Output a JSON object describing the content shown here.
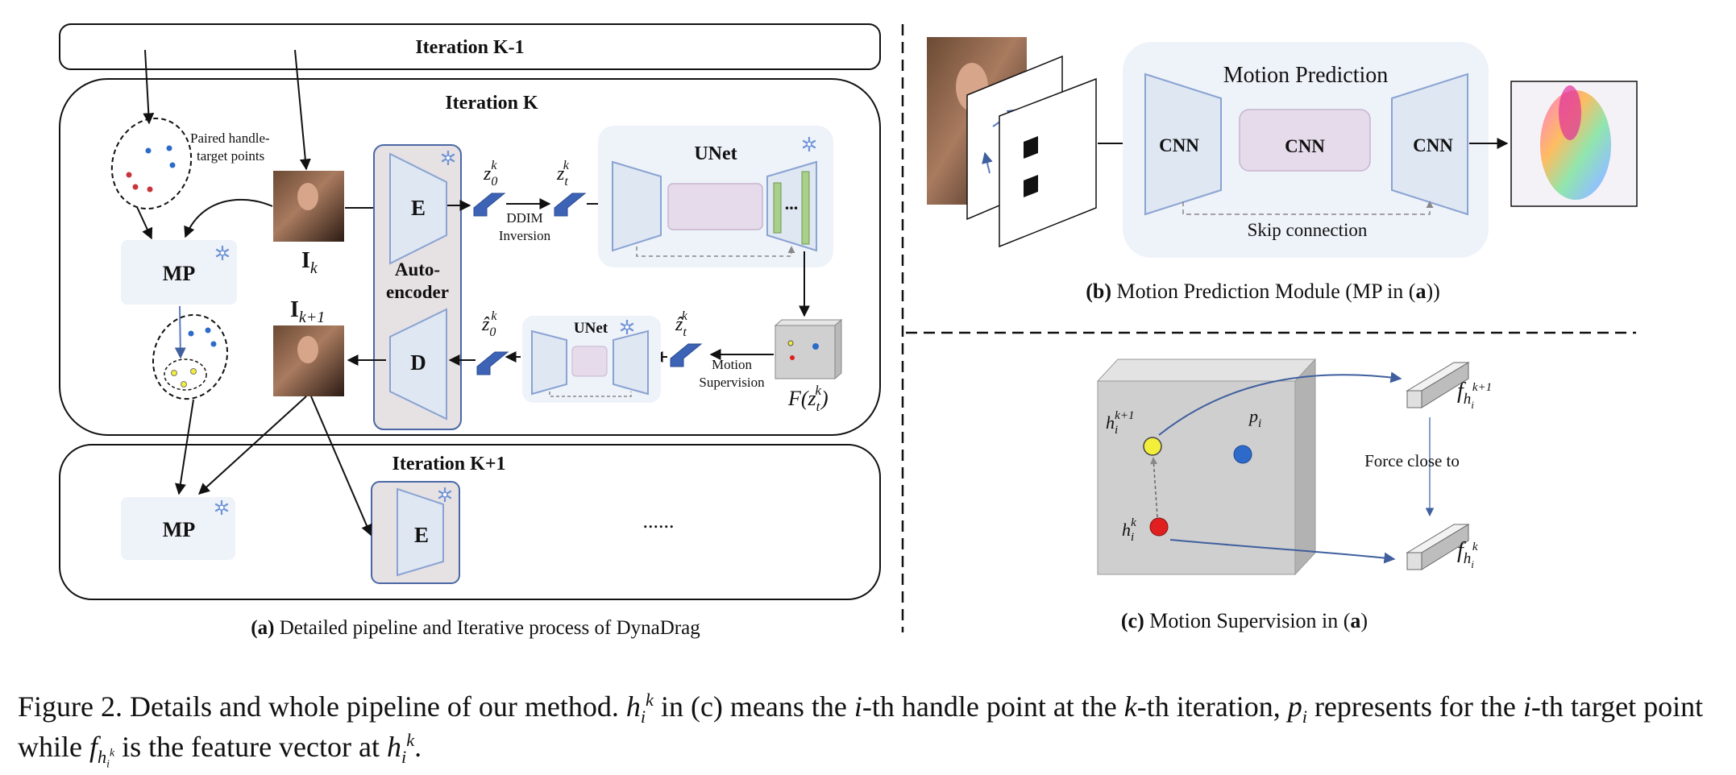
{
  "panel_a": {
    "iter_prev": "Iteration K-1",
    "iter_k": "Iteration K",
    "iter_next": "Iteration K+1",
    "paired_points_line1": "Paired handle-",
    "paired_points_line2": "target points",
    "mp_label": "MP",
    "frame_k_symbol": "I",
    "frame_k_sub": "k",
    "frame_k1_symbol": "I",
    "frame_k1_sub": "k+1",
    "encoder_label": "E",
    "decoder_label": "D",
    "autoencoder_line1": "Auto-",
    "autoencoder_line2": "encoder",
    "z0_base": "z",
    "z0_sub": "0",
    "z0_sup": "k",
    "zt_base": "z",
    "zt_sub": "t",
    "zt_sup": "k",
    "z0hat_base": "ẑ",
    "z0hat_sub": "0",
    "z0hat_sup": "k",
    "zthat_base": "ẑ",
    "zthat_sub": "t",
    "zthat_sup": "k",
    "ddim_line1": "DDIM",
    "ddim_line2": "Inversion",
    "unet_label": "UNet",
    "unet_dots": "...",
    "motion_sup_line1": "Motion",
    "motion_sup_line2": "Supervision",
    "feature_label": "F(z",
    "feature_sub": "t",
    "feature_sup": "k",
    "feature_close": ")",
    "ellipsis": "......",
    "caption_bold": "(a)",
    "caption_text": " Detailed pipeline and Iterative process of DynaDrag"
  },
  "panel_b": {
    "title": "Motion Prediction",
    "cnn_left": "CNN",
    "cnn_mid": "CNN",
    "cnn_right": "CNN",
    "skip": "Skip connection",
    "caption_bold": "(b)",
    "caption_text_1": " Motion Prediction Module (MP in (",
    "caption_bold_2": "a",
    "caption_text_2": "))"
  },
  "panel_c": {
    "h_next_base": "h",
    "h_next_sub": "i",
    "h_next_sup": "k+1",
    "p_base": "p",
    "p_sub": "i",
    "h_base": "h",
    "h_sub": "i",
    "h_sup": "k",
    "force_close": "Force close to",
    "f_next_base": "f",
    "f_next_sub": "h",
    "f_next_subsub": "i",
    "f_next_sup": "k+1",
    "f_base": "f",
    "f_sub": "h",
    "f_subsub": "i",
    "f_sup": "k",
    "caption_bold": "(c)",
    "caption_text_1": " Motion Supervision in (",
    "caption_bold_2": "a",
    "caption_text_2": ")"
  },
  "caption": {
    "part1": "Figure 2. Details and whole pipeline of our method. ",
    "h_base": "h",
    "h_sub": "i",
    "h_sup": "k",
    "part2": " in (c) means the ",
    "i1": "i",
    "part3": "-th handle point at the ",
    "k1": "k",
    "part4": "-th iteration, ",
    "p_base": "p",
    "p_sub": "i",
    "part5": " represents for the ",
    "i2": "i",
    "part6": "-th target point while ",
    "f_base": "f",
    "f_sub": "h",
    "f_subsub": "i",
    "f_sup": "k",
    "part7": " is the feature vector at ",
    "h2_base": "h",
    "h2_sub": "i",
    "h2_sup": "k",
    "part8": "."
  },
  "colors": {
    "panel_fill": "#eef2f9",
    "block_fill": "#dfe7f3",
    "block_stroke": "#8aa3d2",
    "cnn_mid_fill": "#e6dbeb",
    "autoenc_fill": "#e6e1e3",
    "latent_blue": "#3d63b7",
    "green_bar": "#a9cf8b",
    "arrow_blue": "#5a7bc0",
    "point_red": "#e02020",
    "point_yellow": "#f2ee3a",
    "point_blue": "#2d6ac9",
    "cube_grey": "#cfcfcf"
  }
}
